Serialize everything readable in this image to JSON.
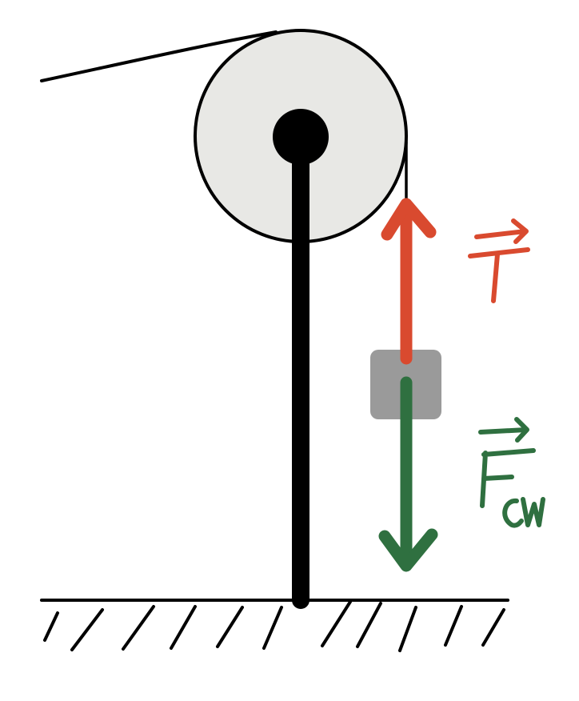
{
  "diagram": {
    "labels": {
      "tension": {
        "letter": "T",
        "arrow": "→"
      },
      "counterweight_force": {
        "letter": "F",
        "subscript": "cw",
        "arrow": "→"
      }
    },
    "colors": {
      "background": "#ffffff",
      "ink": "#000000",
      "pulley_fill": "#e8e8e5",
      "block_fill": "#9a9a9a",
      "tension_arrow": "#d94a2f",
      "weight_arrow": "#2f7040"
    },
    "elements": [
      "pulley",
      "axle",
      "support-pole",
      "rope",
      "hanging-block",
      "tension-arrow",
      "weight-arrow",
      "ground"
    ]
  }
}
